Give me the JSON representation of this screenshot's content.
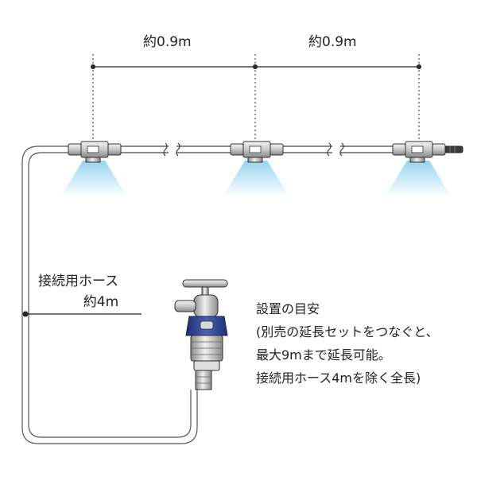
{
  "dimensions": {
    "distance_1": "約0.9m",
    "distance_2": "約0.9m",
    "hose_label": "接続用ホース",
    "hose_length": "約4m"
  },
  "note": {
    "title": "設置の目安",
    "lines": [
      "(別売の延長セットをつなぐと、",
      "最大9mまで延長可能。",
      "接続用ホース4mを除く全長)"
    ]
  },
  "colors": {
    "line": "#222222",
    "hose": "#555555",
    "mist": "#8fd3ef",
    "coupler_blue": "#2a3f8f",
    "metal": "#b8b8b8"
  }
}
